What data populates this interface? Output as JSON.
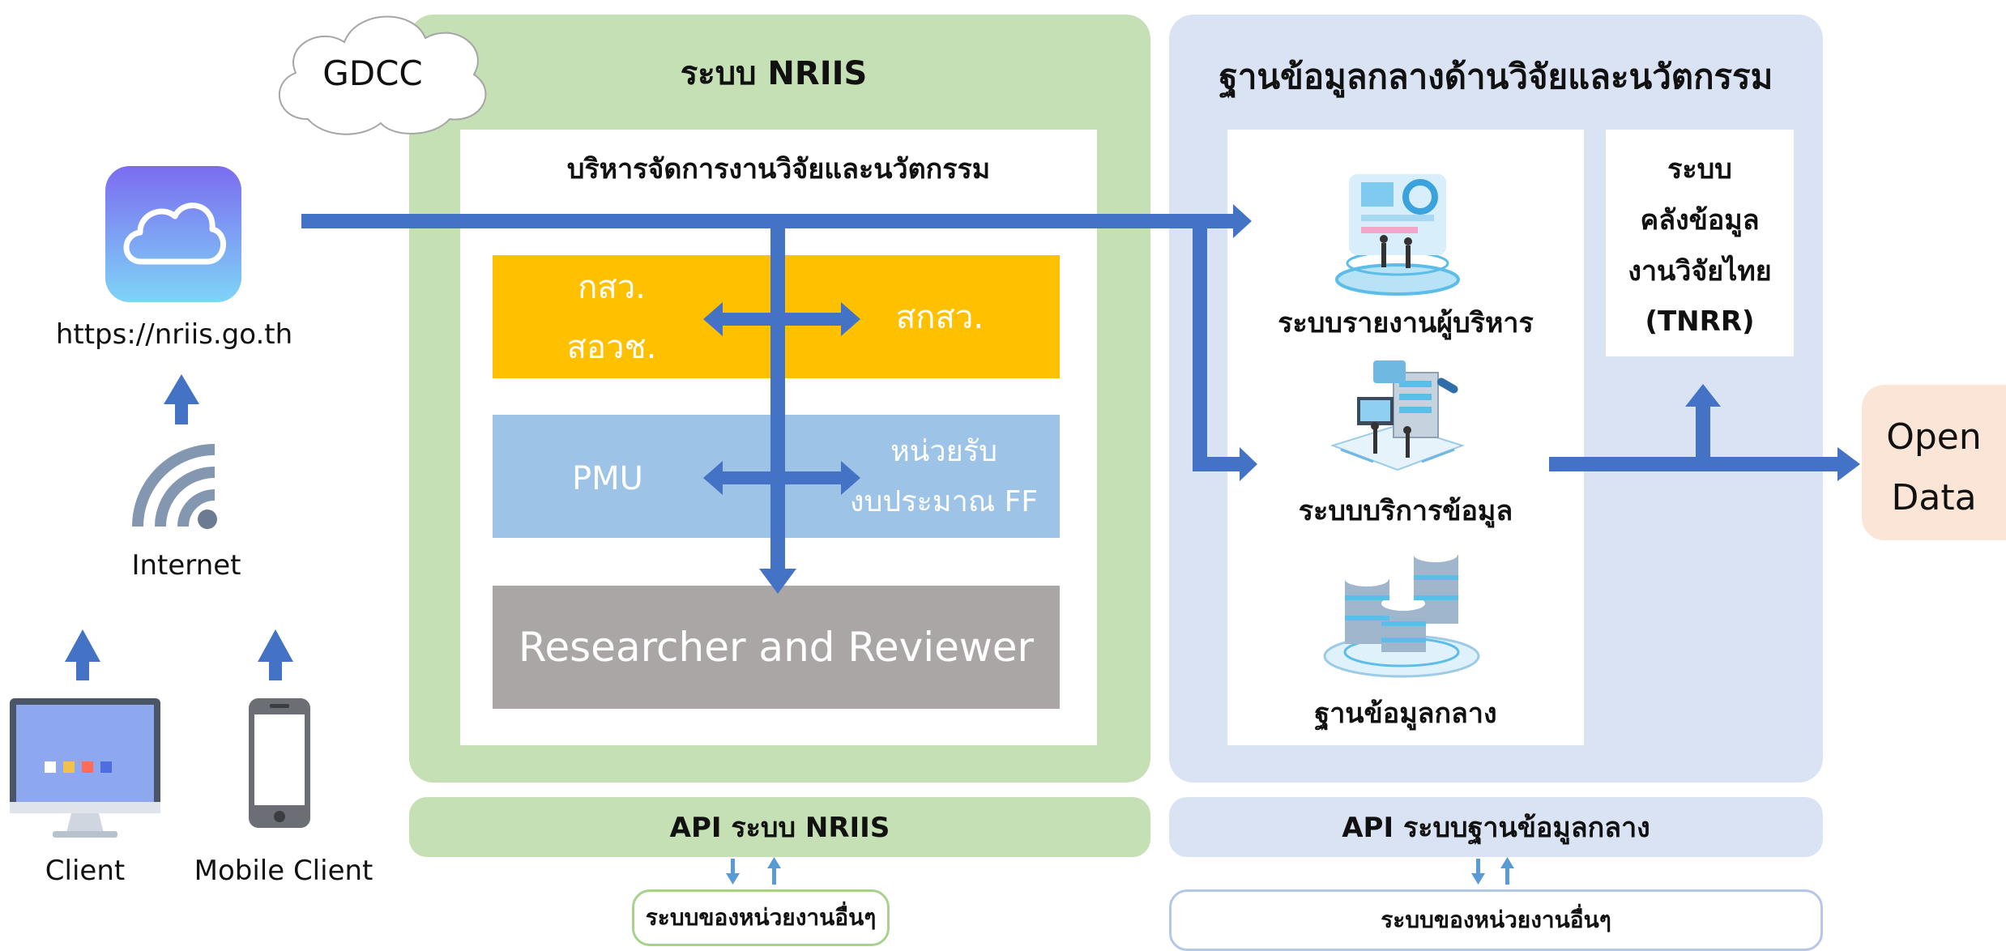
{
  "gdcc": {
    "label": "GDCC"
  },
  "client_side": {
    "url": "https://nriis.go.th",
    "internet": "Internet",
    "client": "Client",
    "mobile_client": "Mobile Client"
  },
  "nriis": {
    "title": "ระบบ NRIIS",
    "subtitle": "บริหารจัดการงานวิจัยและนวัตกรรม",
    "org_left_1": "กสว.",
    "org_left_2": "สอวช.",
    "org_right": "สกสว.",
    "pmu": "PMU",
    "funding_1": "หน่วยรับ",
    "funding_2": "งบประมาณ FF",
    "researcher": "Researcher and Reviewer",
    "api": "API ระบบ NRIIS",
    "other_agencies": "ระบบของหน่วยงานอื่นๆ"
  },
  "central_db": {
    "title": "ฐานข้อมูลกลางด้านวิจัยและนวัตกรรม",
    "exec_report": "ระบบรายงานผู้บริหาร",
    "data_service": "ระบบบริการข้อมูล",
    "central_database": "ฐานข้อมูลกลาง",
    "tnrr_1": "ระบบ",
    "tnrr_2": "คลังข้อมูล",
    "tnrr_3": "งานวิจัยไทย",
    "tnrr_4": "(TNRR)",
    "api": "API ระบบฐานข้อมูลกลาง",
    "other_agencies": "ระบบของหน่วยงานอื่นๆ"
  },
  "open_data": {
    "line1": "Open",
    "line2": "Data"
  },
  "colors": {
    "arrow": "#4472c4",
    "green_panel": "#c5e0b4",
    "blue_panel": "#dae3f3",
    "orange_box": "#ffc000",
    "blue_box": "#9dc3e6",
    "gray_box": "#aaa6a6",
    "open_data": "#fbe5d6"
  },
  "icons": [
    "cloud-icon",
    "wifi-icon",
    "desktop-icon",
    "mobile-icon",
    "dashboard-icon",
    "server-icon",
    "database-icon"
  ]
}
